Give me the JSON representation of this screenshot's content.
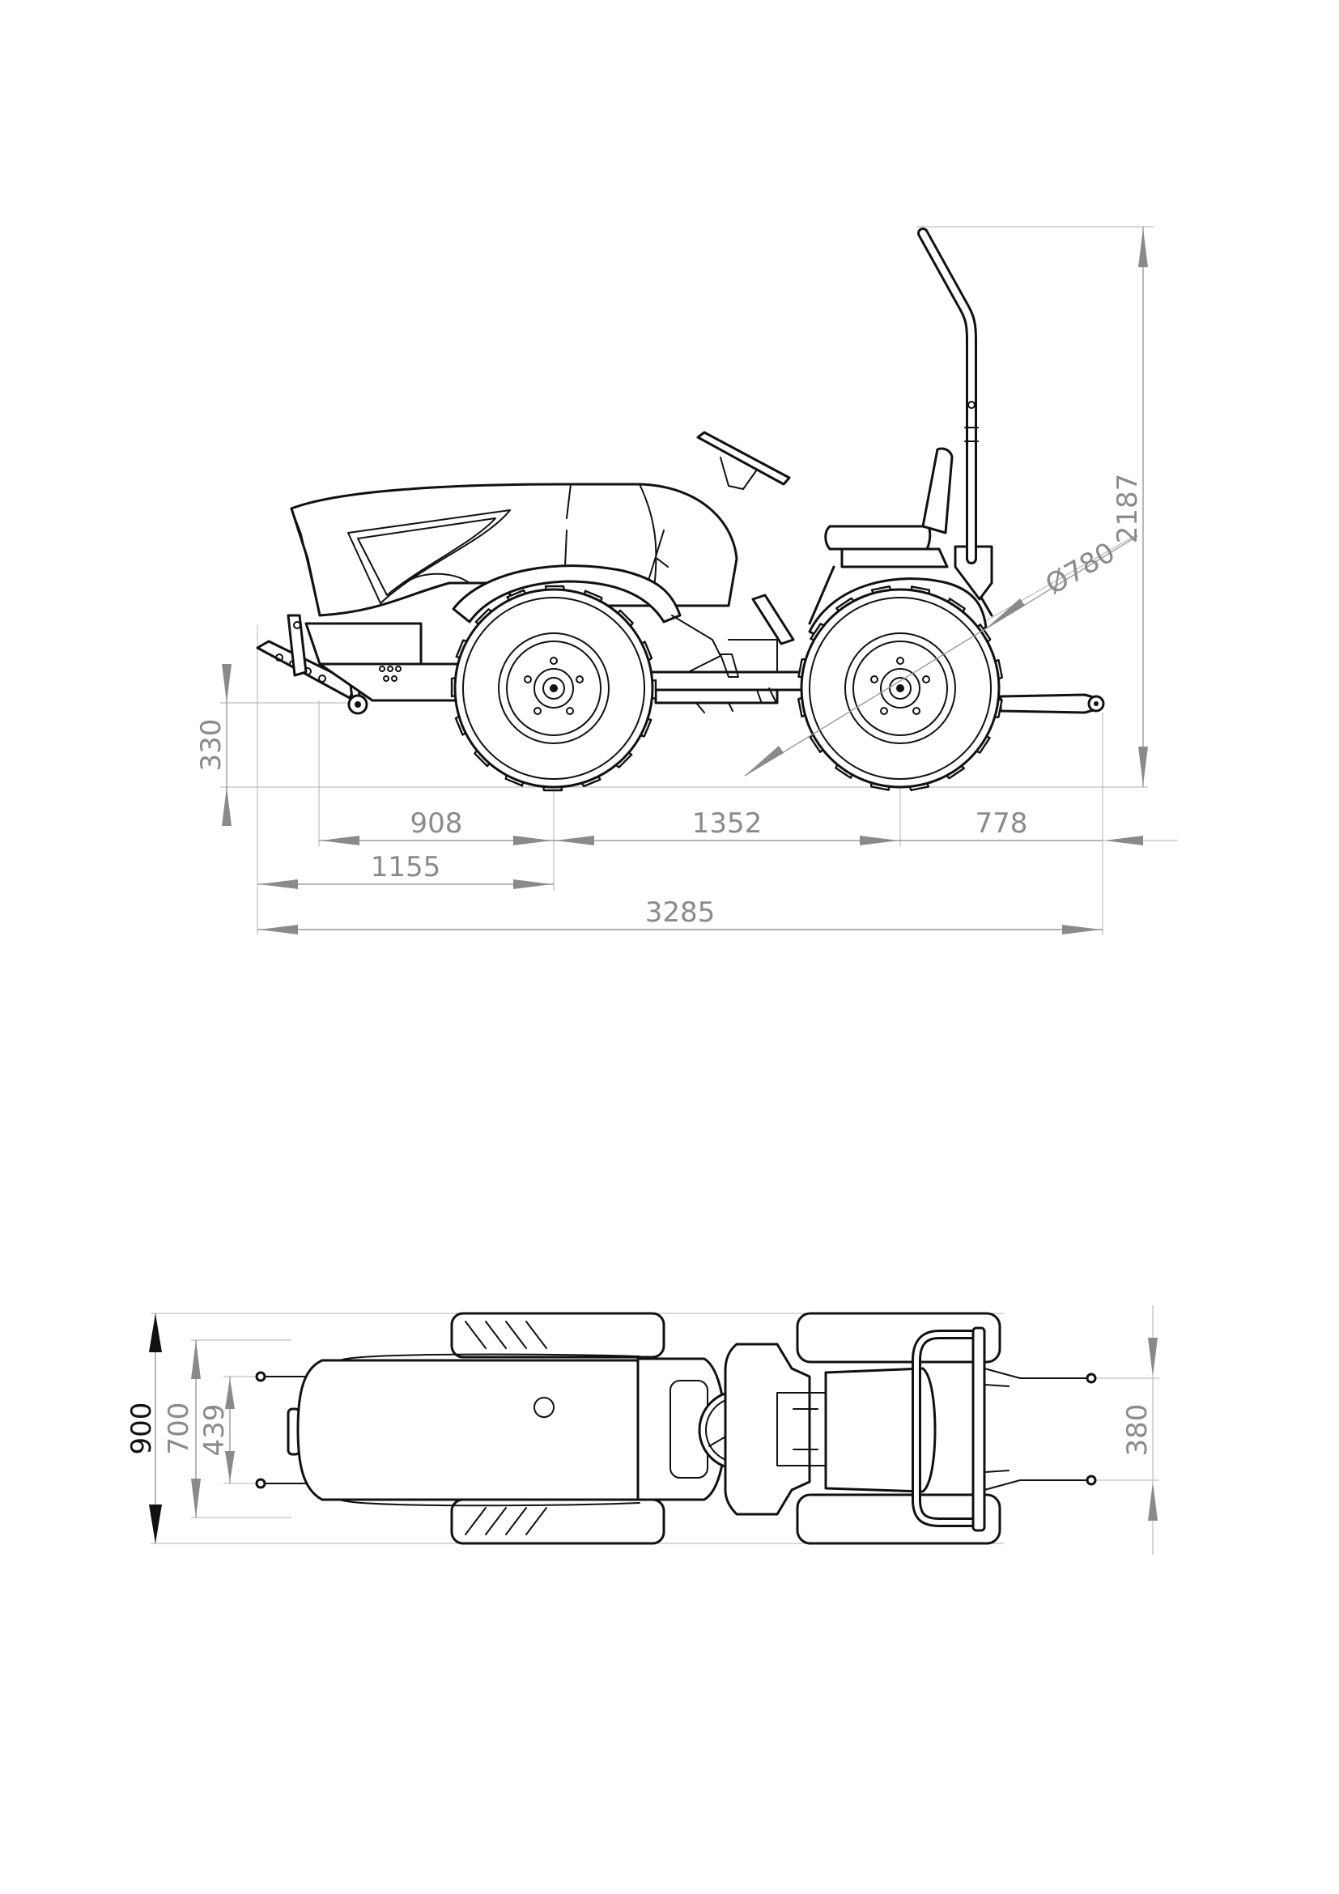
{
  "side_view": {
    "dimensions": {
      "hitch_height": "330",
      "front_overhang_to_axle": "908",
      "wheelbase": "1352",
      "rear_overhang": "778",
      "front_to_axle": "1155",
      "overall_length": "3285",
      "overall_height": "2187",
      "wheel_diameter": "Ø780"
    }
  },
  "top_view": {
    "dimensions": {
      "overall_width": "900",
      "track_width": "700",
      "front_hitch_spacing": "439",
      "rear_hitch_spacing": "380"
    }
  },
  "colors": {
    "line": "#111111",
    "dimension": "#8a8a8a"
  }
}
